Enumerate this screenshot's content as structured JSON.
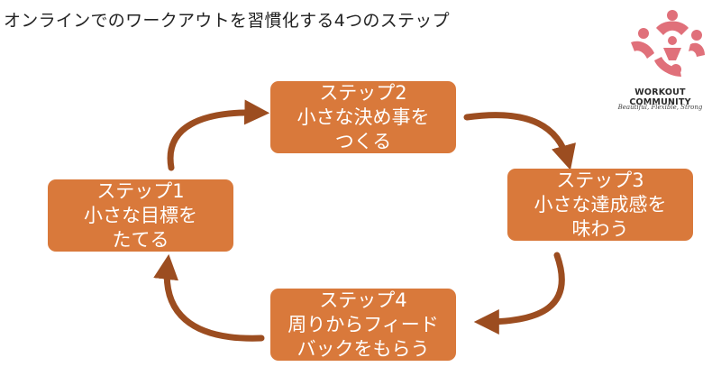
{
  "title": "オンラインでのワークアウトを習慣化する4つのステップ",
  "steps": [
    {
      "id": "step1",
      "text": "ステップ1\n小さな目標を\nたてる"
    },
    {
      "id": "step2",
      "text": "ステップ2\n小さな決め事を\nつくる"
    },
    {
      "id": "step3",
      "text": "ステップ3\n小さな達成感を\n味わう"
    },
    {
      "id": "step4",
      "text": "ステップ4\n周りからフィード\nバックをもらう"
    }
  ],
  "logo": {
    "name": "WORKOUT COMMUNITY",
    "tagline": "Beautiful, Flexible, Strong"
  },
  "colors": {
    "box_fill": "#d9793b",
    "arrow": "#9c4d20",
    "logo_accent": "#e0707a",
    "text_on_box": "#ffffff"
  }
}
